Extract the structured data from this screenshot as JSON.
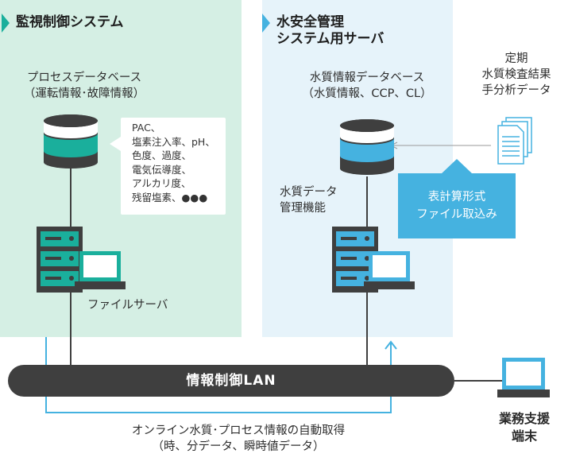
{
  "left_panel": {
    "title": "監視制御システム",
    "db_label": "プロセスデータベース\n（運転情報･故障情報）",
    "callout_items": [
      "PAC、",
      "塩素注入率、pH、",
      "色度、過度、",
      "電気伝導度、",
      "アルカリ度、",
      "残留塩素、●●●"
    ],
    "server_label": "ファイルサーバ",
    "color": "#d5efe4"
  },
  "right_panel": {
    "title": "水安全管理\nシステム用サーバ",
    "db_label": "水質情報データベース\n（水質情報、CCP、CL）",
    "function_label": "水質データ\n管理機能",
    "color": "#e6f3fa"
  },
  "external_data": {
    "label": "定期\n水質検査結果\n手分析データ",
    "icon": "document-stack-icon"
  },
  "import_box": {
    "label": "表計算形式\nファイル取込み",
    "color": "#45b2e0"
  },
  "lan": {
    "label": "情報制御LAN",
    "color": "#3f3f3f"
  },
  "terminal": {
    "label": "業務支援\n端末",
    "icon": "laptop-icon"
  },
  "flow": {
    "label": "オンライン水質･プロセス情報の自動取得\n（時、分データ、瞬時値データ）",
    "color": "#45b2e0"
  },
  "colors": {
    "teal": "#1aaf9c",
    "blue": "#45b2e0",
    "dark": "#3f3f3f"
  }
}
